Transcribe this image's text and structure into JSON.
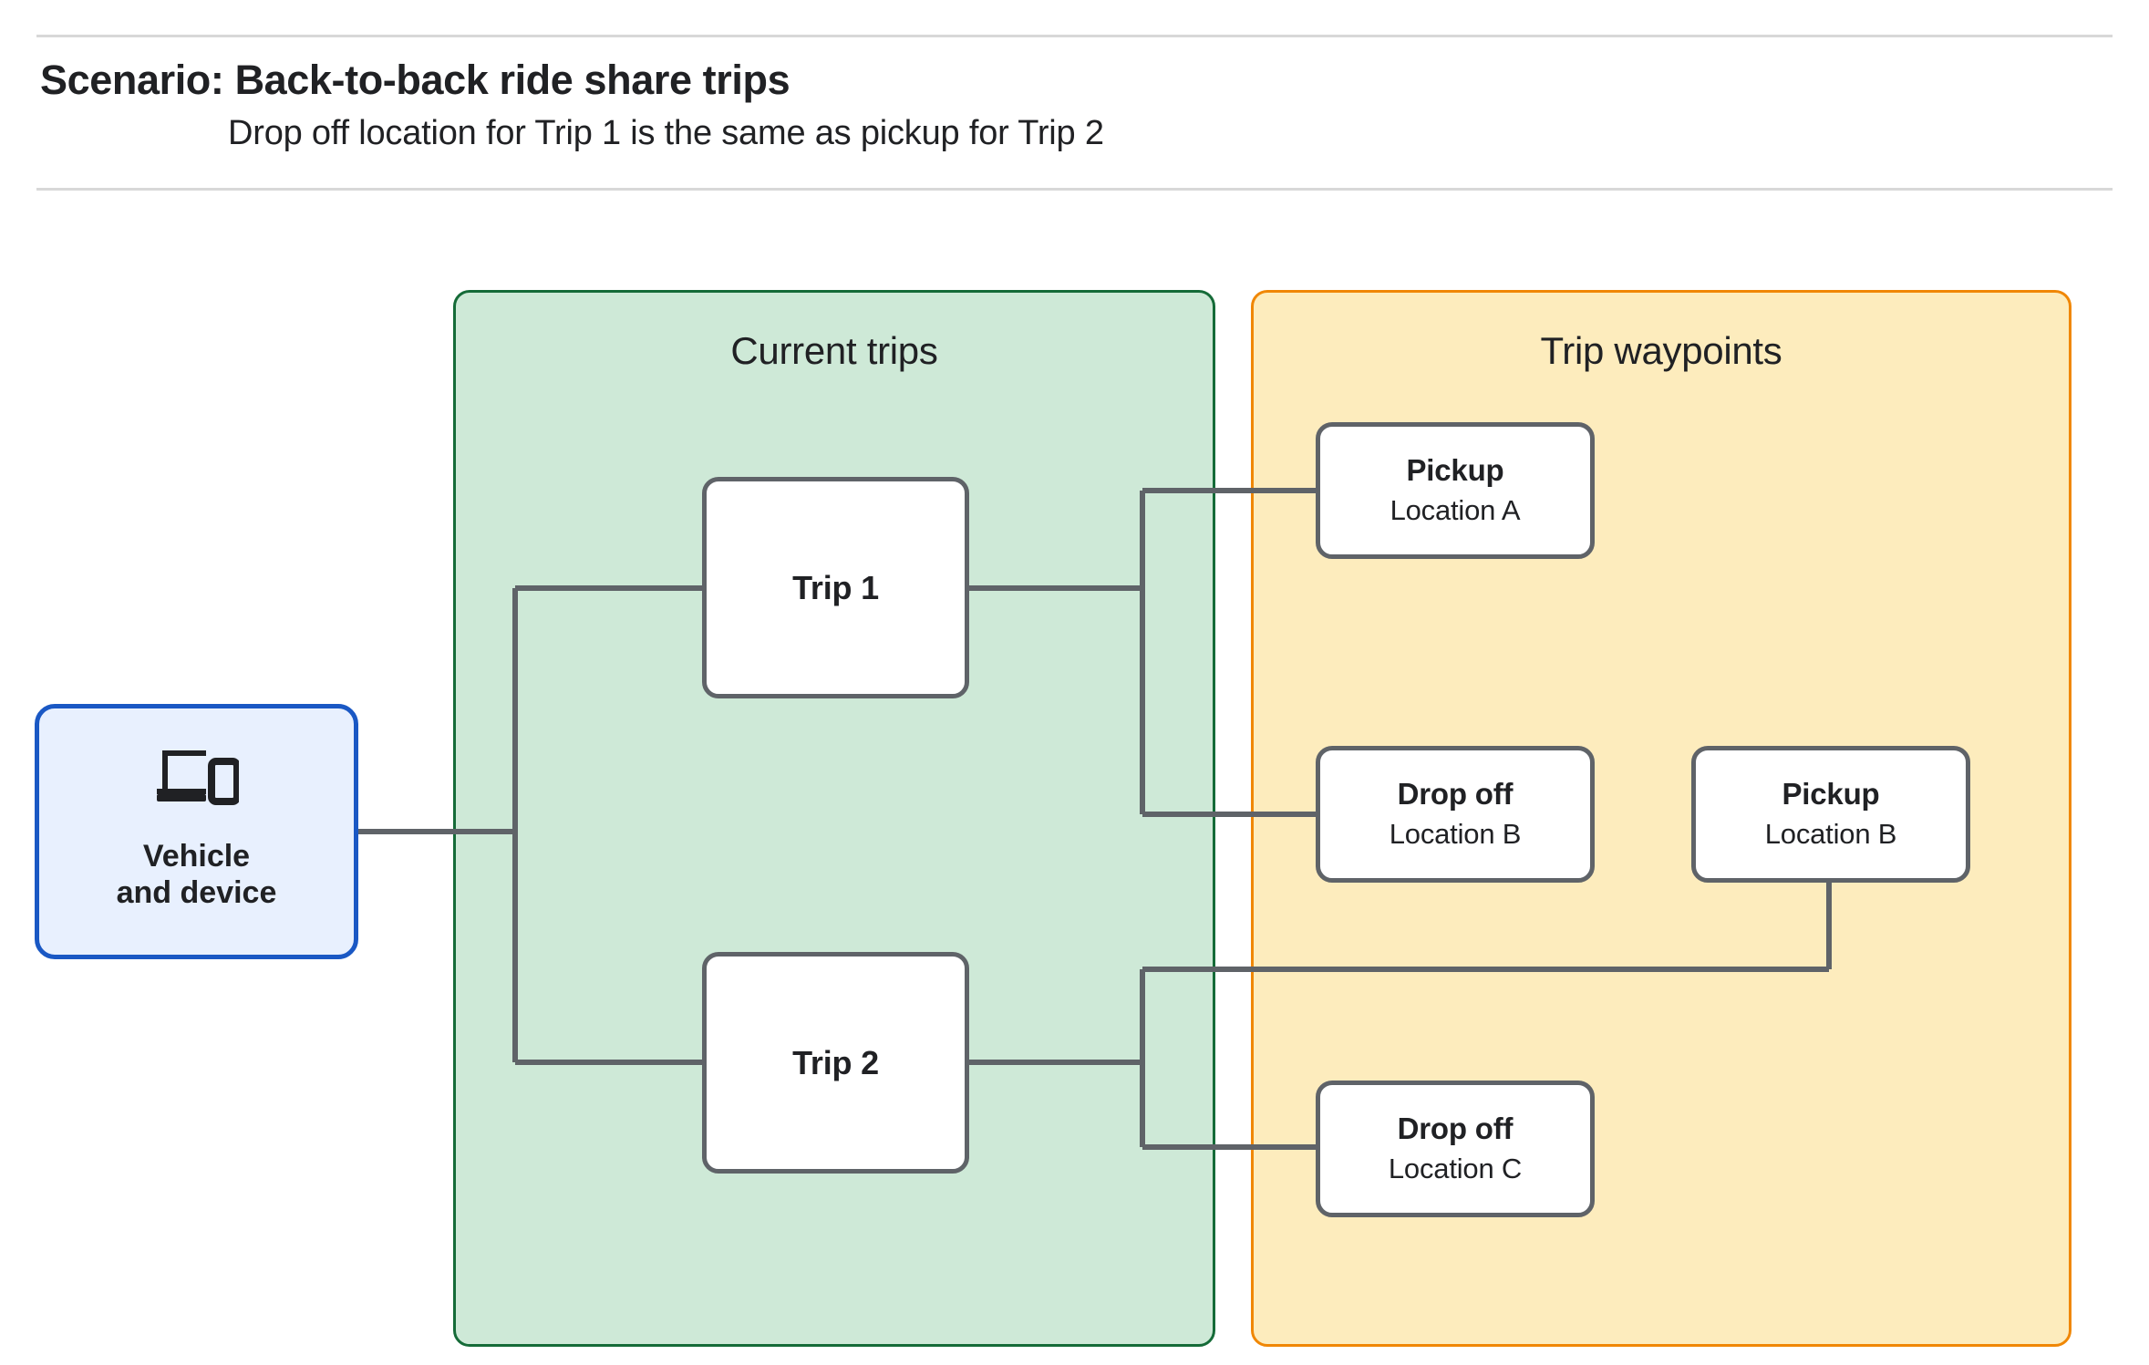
{
  "header": {
    "title": "Scenario: Back-to-back ride share trips",
    "subtitle": "Drop off  location for Trip 1 is the same as pickup for Trip 2"
  },
  "panels": {
    "current_trips": {
      "title": "Current trips",
      "fill": "#cee9d7",
      "border": "#156b38"
    },
    "trip_waypoints": {
      "title": "Trip waypoints",
      "fill": "#fdecbd",
      "border": "#f08705"
    }
  },
  "nodes": {
    "vehicle": {
      "label": "Vehicle\nand device",
      "icon": "laptop-and-phone-icon",
      "fill": "#e8f0fe",
      "border": "#1a58c4"
    },
    "trip_1": {
      "label": "Trip 1"
    },
    "trip_2": {
      "label": "Trip 2"
    },
    "pickup_a": {
      "title": "Pickup",
      "subtitle": "Location A"
    },
    "dropoff_b": {
      "title": "Drop off",
      "subtitle": "Location B"
    },
    "pickup_b": {
      "title": "Pickup",
      "subtitle": "Location B"
    },
    "dropoff_c": {
      "title": "Drop off",
      "subtitle": "Location C"
    }
  },
  "colors": {
    "node_border": "#5f6368",
    "connector": "#5f6368",
    "rule": "#d8d8d8",
    "text": "#202124",
    "canvas": "#ffffff"
  },
  "connections": [
    {
      "from": "vehicle",
      "to": "trip_1"
    },
    {
      "from": "vehicle",
      "to": "trip_2"
    },
    {
      "from": "trip_1",
      "to": "pickup_a"
    },
    {
      "from": "trip_1",
      "to": "dropoff_b"
    },
    {
      "from": "trip_2",
      "to": "pickup_b"
    },
    {
      "from": "trip_2",
      "to": "dropoff_c"
    }
  ]
}
